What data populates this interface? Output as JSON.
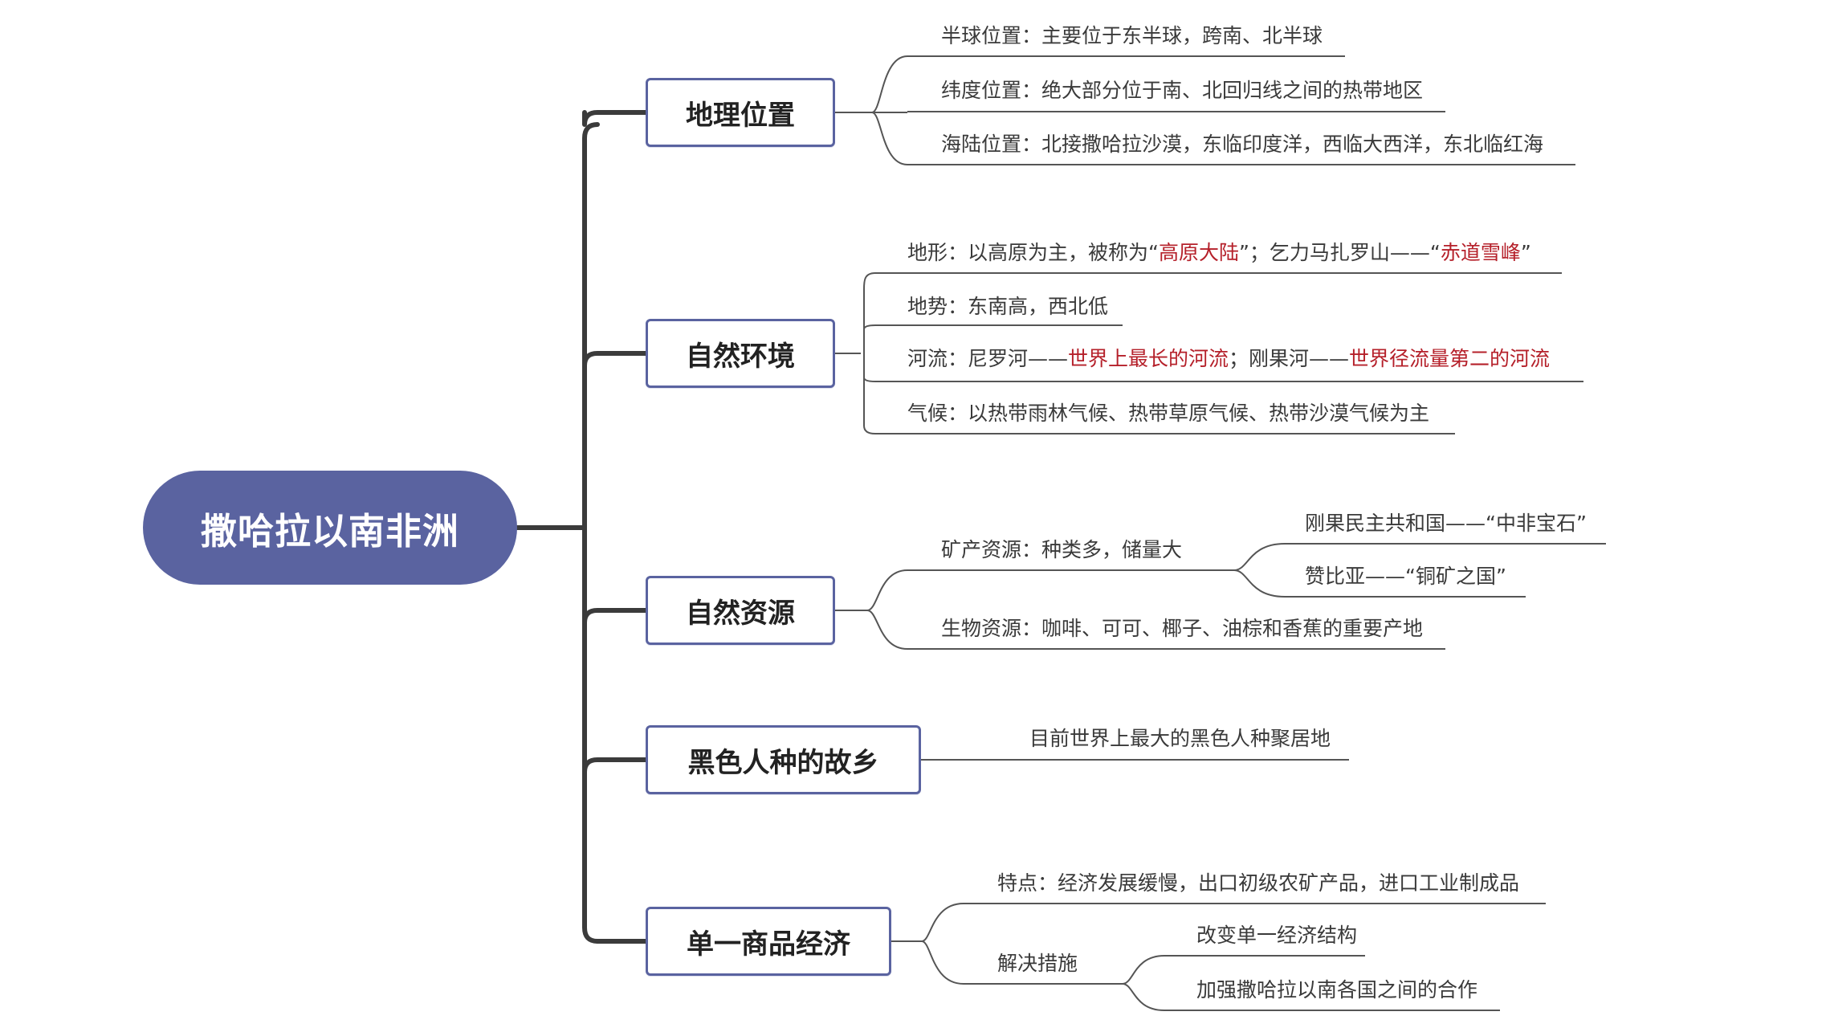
{
  "root": {
    "label": "撒哈拉以南非洲"
  },
  "topics": {
    "geo": {
      "label": "地理位置",
      "items": [
        {
          "text": "半球位置：主要位于东半球，跨南、北半球"
        },
        {
          "text": "纬度位置：绝大部分位于南、北回归线之间的热带地区"
        },
        {
          "text": "海陆位置：北接撒哈拉沙漠，东临印度洋，西临大西洋，东北临红海"
        }
      ]
    },
    "env": {
      "label": "自然环境",
      "terrain": {
        "p1": "地形：以高原为主，被称为“",
        "h1": "高原大陆",
        "p2": "”；乞力马扎罗山——“",
        "h2": "赤道雪峰",
        "p3": "”"
      },
      "slope": {
        "text": "地势：东南高，西北低"
      },
      "river": {
        "p1": "河流：尼罗河——",
        "h1": "世界上最长的河流",
        "p2": "；刚果河——",
        "h2": "世界径流量第二的河流"
      },
      "climate": {
        "text": "气候：以热带雨林气候、热带草原气候、热带沙漠气候为主"
      }
    },
    "res": {
      "label": "自然资源",
      "mineral": {
        "text": "矿产资源：种类多，储量大"
      },
      "mineral_sub": [
        {
          "text": "刚果民主共和国——“中非宝石”"
        },
        {
          "text": "赞比亚——“铜矿之国”"
        }
      ],
      "bio": {
        "text": "生物资源：咖啡、可可、椰子、油棕和香蕉的重要产地"
      }
    },
    "home": {
      "label": "黑色人种的故乡",
      "item": {
        "text": "目前世界上最大的黑色人种聚居地"
      }
    },
    "econ": {
      "label": "单一商品经济",
      "feature": {
        "text": "特点：经济发展缓慢，出口初级农矿产品，进口工业制成品"
      },
      "measures": {
        "text": "解决措施"
      },
      "measures_sub": [
        {
          "text": "改变单一经济结构"
        },
        {
          "text": "加强撒哈拉以南各国之间的合作"
        }
      ]
    }
  },
  "colors": {
    "root_fill": "#5a63a0",
    "topic_border": "#5a63a0",
    "highlight": "#b5202a",
    "connector": "#3b3b3b"
  }
}
